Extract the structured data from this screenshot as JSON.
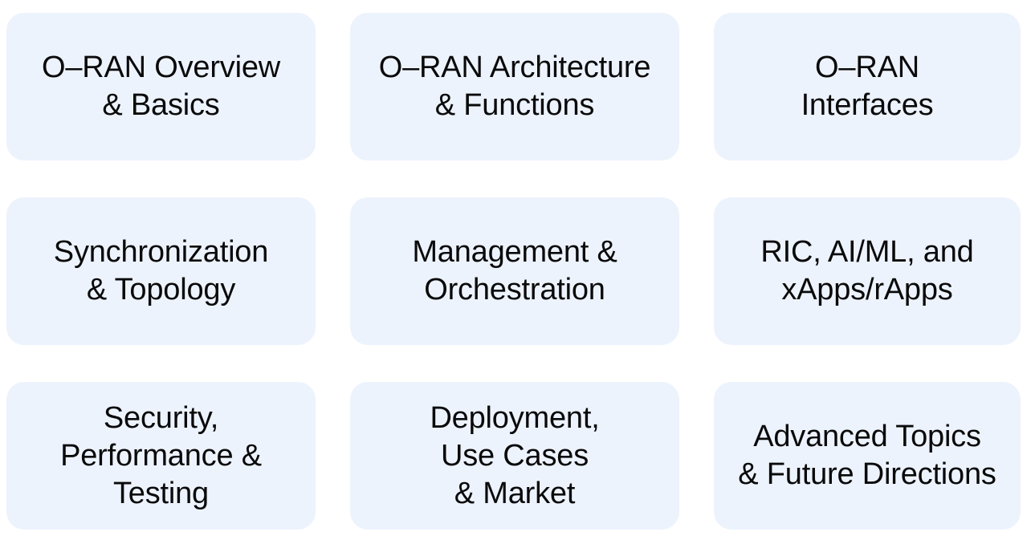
{
  "theme": {
    "page_background": "#ffffff",
    "card_background": "#edf3fd",
    "text_color": "#0a0a0a"
  },
  "grid": {
    "columns": 3,
    "rows": 3,
    "cards": [
      {
        "id": "oran-overview-basics",
        "label": "O–RAN Overview\n& Basics"
      },
      {
        "id": "oran-architecture-functions",
        "label": "O–RAN Architecture\n& Functions"
      },
      {
        "id": "oran-interfaces",
        "label": "O–RAN\nInterfaces"
      },
      {
        "id": "synchronization-topology",
        "label": "Synchronization\n& Topology"
      },
      {
        "id": "management-orchestration",
        "label": "Management &\nOrchestration"
      },
      {
        "id": "ric-aiml-xapps-rapps",
        "label": "RIC, AI/ML, and\nxApps/rApps"
      },
      {
        "id": "security-performance-testing",
        "label": "Security,\nPerformance &\nTesting"
      },
      {
        "id": "deployment-use-cases-market",
        "label": "Deployment,\nUse Cases\n& Market"
      },
      {
        "id": "advanced-topics-future",
        "label": "Advanced Topics\n& Future Directions"
      }
    ]
  }
}
